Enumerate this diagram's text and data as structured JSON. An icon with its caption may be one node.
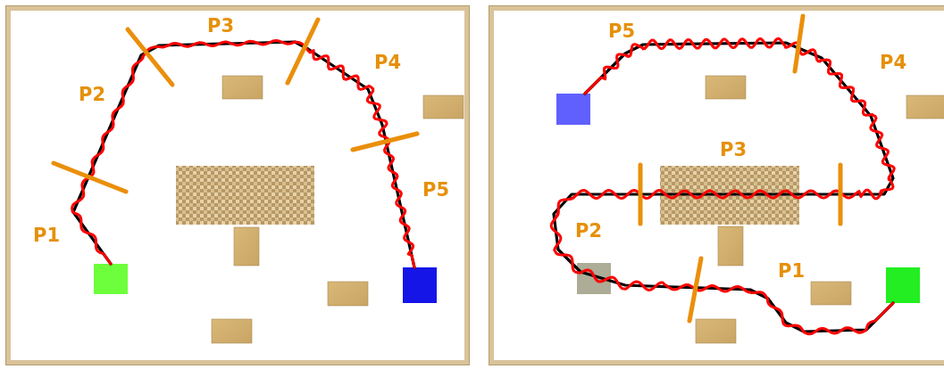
{
  "diagram": {
    "nodes": [
      {
        "text": [],
        "shape": "box"
      },
      {
        "text": [],
        "shape": "box"
      },
      {
        "text": [],
        "shape": "box"
      },
      {
        "text": [],
        "shape": "box"
      }
    ],
    "edges": [
      {
        "from": 0,
        "to": 1,
        "arrow": "none",
        "color": "#000000"
      },
      {
        "from": 0,
        "to": 1,
        "arrow": "none",
        "color": "#ff0000"
      },
      {
        "from": 3,
        "to": 2,
        "arrow": "none",
        "color": "#000000"
      },
      {
        "from": 3,
        "to": 2,
        "arrow": "none",
        "color": "#ff0000"
      }
    ],
    "labels": [
      "P3",
      "P2",
      "P4",
      "P1",
      "P5",
      "P5",
      "P4",
      "P3",
      "P2",
      "P1"
    ]
  }
}
